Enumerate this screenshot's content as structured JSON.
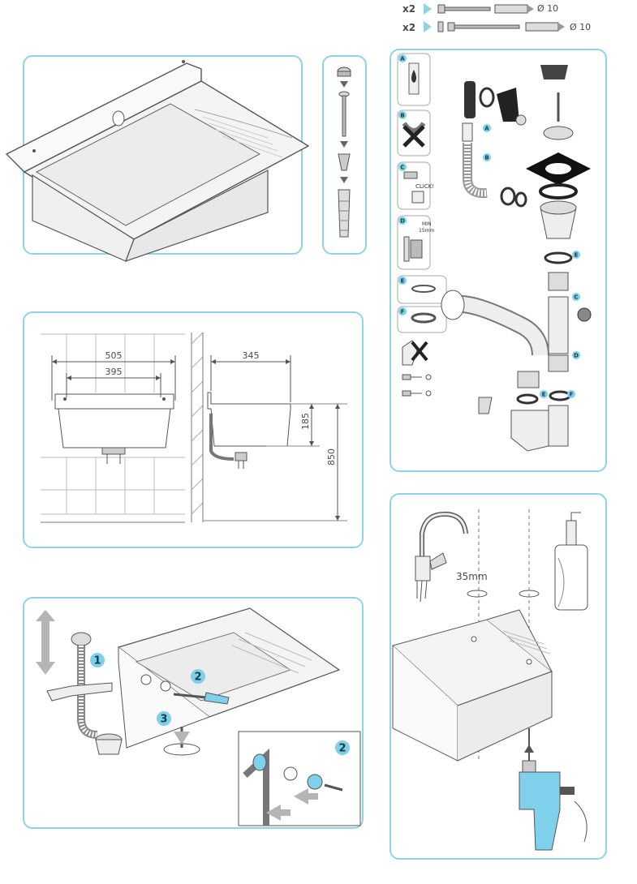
{
  "hardware": {
    "row1": {
      "qty": "x2",
      "diameter": "Ø 10"
    },
    "row2": {
      "qty": "x2",
      "diameter": "Ø 10"
    }
  },
  "dimensions": {
    "width_outer": "505",
    "width_inner": "395",
    "depth": "345",
    "bowl_height": "185",
    "mount_height": "850"
  },
  "drain_labels": {
    "A": "A",
    "B": "B",
    "C": "C",
    "D": "D",
    "E": "E",
    "F": "F",
    "click": "CLICK!",
    "min_label": "MIN",
    "min_value": "15mm"
  },
  "steps": {
    "one": "1",
    "two": "2",
    "three": "3",
    "two_detail": "2"
  },
  "faucet": {
    "hole_size": "35mm"
  },
  "colors": {
    "accent": "#8fd3e8",
    "badge": "#7fd0ea",
    "arrow": "#9a9a9a",
    "drill": "#7fd0ea"
  }
}
